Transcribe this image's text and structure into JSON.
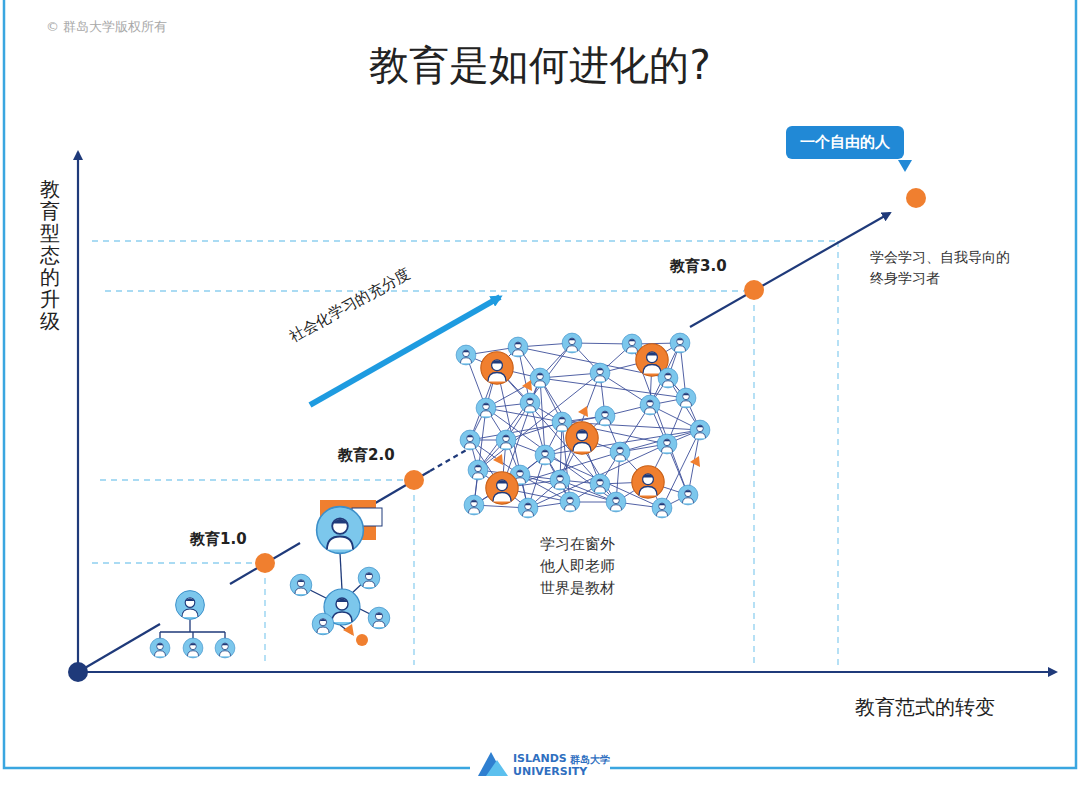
{
  "diagram": {
    "title": "教育是如何进化的?",
    "nodes": [
      {
        "text": [
          "一个自由的人"
        ]
      }
    ],
    "labels": [
      "© 群岛大学版权所有",
      "教育1.0",
      "教育2.0",
      "教育3.0",
      "社会化学习的充分度",
      "学习在窗外 他人即老师 世界是教材",
      "学会学习、自我导向的终身学习者",
      "教育型态的升级",
      "教育范式的转变",
      "ISLANDS",
      "群岛大学",
      "UNIVERSITY"
    ]
  }
}
